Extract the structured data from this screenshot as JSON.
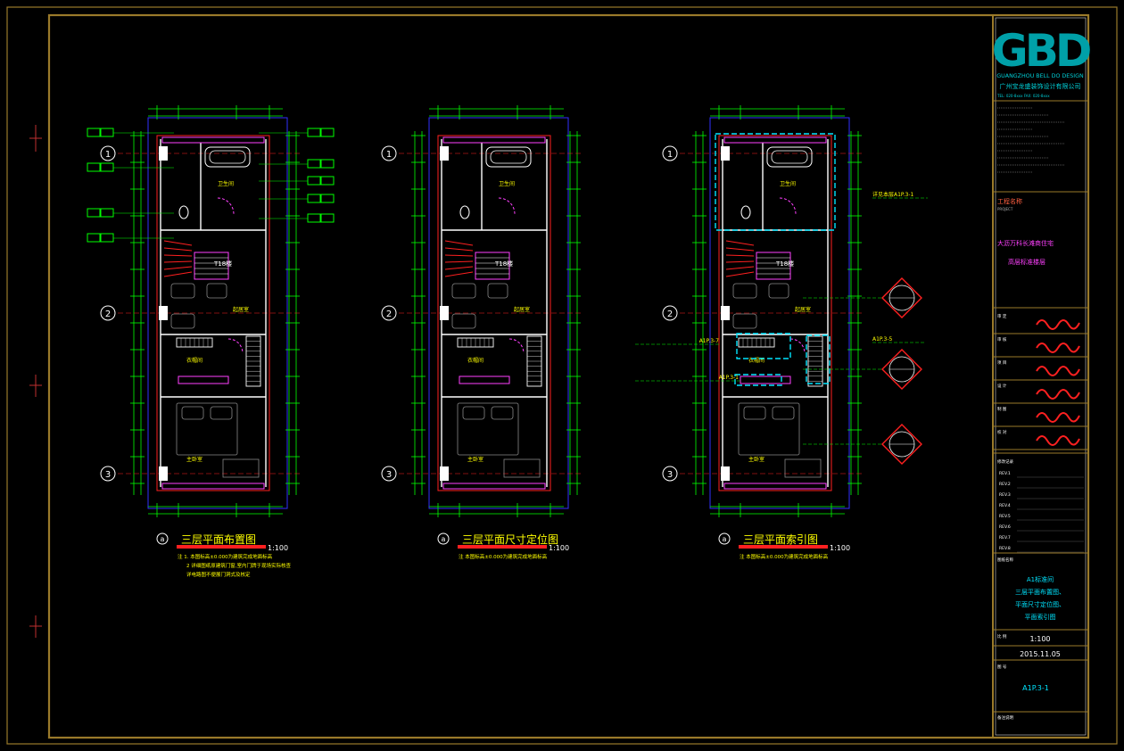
{
  "colors": {
    "frame": "#9a7a2a",
    "wall": "#ffffff",
    "dim": "#00ff00",
    "grid_line": "#ff2020",
    "accent_cyan": "#00e5ff",
    "magenta": "#ff40ff",
    "yellow": "#ffff00",
    "blue": "#3030ff",
    "red": "#ff2020"
  },
  "grid_labels": [
    "1",
    "2",
    "3"
  ],
  "bottom_grid_label": "a",
  "plans": [
    {
      "title": "三层平面布置图",
      "scale": "1:100",
      "notes": [
        "注  1. 本图标高±0.000为建筑完成地面标高",
        "2 详细图纸原建筑门窗,室内门牌于现场实际核查",
        "详电路图不便展门洞式及核定"
      ]
    },
    {
      "title": "三层平面尺寸定位图",
      "scale": "1:100",
      "notes": [
        "注   本图标高±0.000为建筑完成地面标高"
      ]
    },
    {
      "title": "三层平面索引图",
      "scale": "1:100",
      "notes": [
        "注   本图标高±0.000为建筑完成地面标高"
      ]
    }
  ],
  "room_labels": {
    "bath": "卫生间",
    "stair": "T18楼",
    "living": "起居室",
    "closet": "衣帽间",
    "bedroom": "主卧室"
  },
  "index_refs": {
    "ref1": "详见本层A1P.3-1",
    "ref2": "A1P.3-7",
    "ref3": "A1P.3-5",
    "ref4": "A1P.3-1"
  },
  "title_block": {
    "logo": "GBD",
    "company_en": "GUANGZHOU BELL DO DESIGN",
    "company_cn": "广州宝龙盛装饰设计有限公司",
    "contact": "TEL: 020-8xxx  FAX: 020-8xxx",
    "project_label": "工程名称",
    "project_label_en": "PROJECT",
    "project_name_1": "大沥万科长滩商住宅",
    "project_name_2": "高层标准楼层",
    "approvals": [
      "审 定",
      "审 核",
      "项 目",
      "设 计",
      "制 图",
      "校 对"
    ],
    "revisions": [
      "REV.1",
      "REV.2",
      "REV.3",
      "REV.4",
      "REV.5",
      "REV.6",
      "REV.7",
      "REV.8"
    ],
    "revision_label": "修改记录",
    "drawing_title_label": "图纸名称",
    "drawing_title": [
      "A1标准间",
      "三层平面布置图、",
      "平面尺寸定位图、",
      "平面索引图"
    ],
    "scale_label": "比 例",
    "scale": "1:100",
    "date": "2015.11.05",
    "drawing_no_label": "图 号",
    "drawing_no": "A1P.3-1",
    "remark_label": "备注说明"
  }
}
